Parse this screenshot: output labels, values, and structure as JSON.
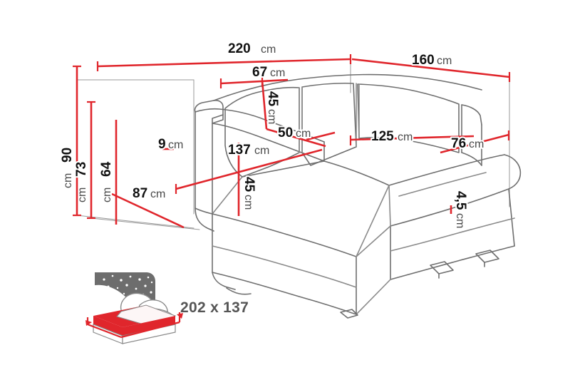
{
  "figure": {
    "title": "Corner sofa bed dimension diagram",
    "background_color": "#ffffff",
    "dimension_line_color": "#e0262c",
    "outline_color": "#6f6f6f",
    "label_color": "#111111",
    "unit_color": "#4a4a4a"
  },
  "dimensions": {
    "overall_width": {
      "value": "220",
      "unit": "cm",
      "name": "overall-width"
    },
    "overall_depth": {
      "value": "160",
      "unit": "cm",
      "name": "chaise-side-depth"
    },
    "backrest_cushion_width": {
      "value": "67",
      "unit": "cm",
      "name": "back-cushion-width"
    },
    "backrest_cushion_height": {
      "value": "45",
      "unit": "cm",
      "name": "back-cushion-height"
    },
    "seat_depth": {
      "value": "50",
      "unit": "cm",
      "name": "seat-depth"
    },
    "chaise_length": {
      "value": "125",
      "unit": "cm",
      "name": "chaise-length"
    },
    "chaise_width": {
      "value": "76",
      "unit": "cm",
      "name": "chaise-width"
    },
    "total_height": {
      "value": "90",
      "unit": "cm",
      "name": "total-height"
    },
    "backrest_height": {
      "value": "73",
      "unit": "cm",
      "name": "backrest-height"
    },
    "armrest_height": {
      "value": "64",
      "unit": "cm",
      "name": "armrest-height"
    },
    "armrest_thickness": {
      "value": "9",
      "unit": "cm",
      "name": "armrest-thickness"
    },
    "seat_width": {
      "value": "137",
      "unit": "cm",
      "name": "seat-width"
    },
    "seat_height": {
      "value": "45",
      "unit": "cm",
      "name": "seat-height"
    },
    "base_depth": {
      "value": "87",
      "unit": "cm",
      "name": "base-depth"
    },
    "leg_height": {
      "value": "4,5",
      "unit": "cm",
      "name": "leg-height"
    }
  },
  "sleeping_area": {
    "label": "202 x 137",
    "icon_name": "bed-sleeping-area-icon",
    "icon_colors": {
      "night_sky": "#6d6d6d",
      "mattress": "#e0262c",
      "bedding": "#ffffff",
      "arrow": "#e0262c",
      "star": "#ffffff"
    }
  }
}
